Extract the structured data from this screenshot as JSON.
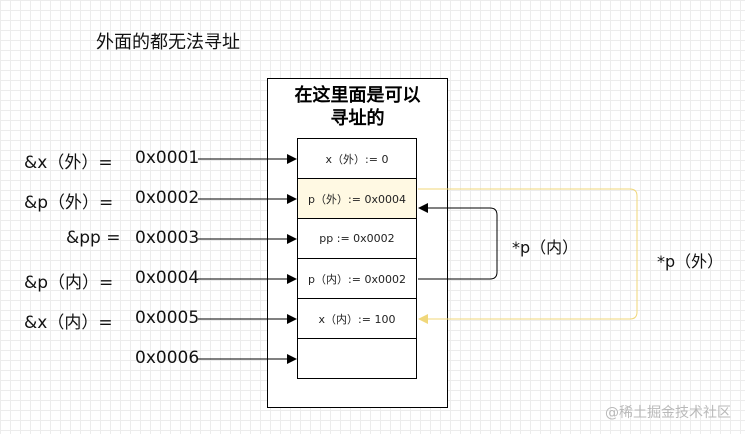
{
  "header_note": "外面的都无法寻址",
  "box_title_line1": "在这里面是可以",
  "box_title_line2": "寻址的",
  "rows": [
    {
      "label": "&x（外）=",
      "address": "0x0001",
      "content": "x（外）:= 0",
      "highlight": false
    },
    {
      "label": "&p（外）=",
      "address": "0x0002",
      "content": "p（外）:= 0x0004",
      "highlight": true
    },
    {
      "label": "&pp =",
      "address": "0x0003",
      "content": "pp := 0x0002",
      "highlight": false
    },
    {
      "label": "&p（内）=",
      "address": "0x0004",
      "content": "p（内）:= 0x0002",
      "highlight": false
    },
    {
      "label": "&x（内）=",
      "address": "0x0005",
      "content": "x（内）:= 100",
      "highlight": false
    },
    {
      "label": "",
      "address": "0x0006",
      "content": "",
      "highlight": false
    }
  ],
  "inner_pointer_label": "*p（内）",
  "outer_pointer_label": "*p（外）",
  "watermark": "@稀土掘金技术社区",
  "colors": {
    "highlight_fill": "#fff9e3",
    "highlight_line": "#f0d77a",
    "line": "#000000"
  }
}
